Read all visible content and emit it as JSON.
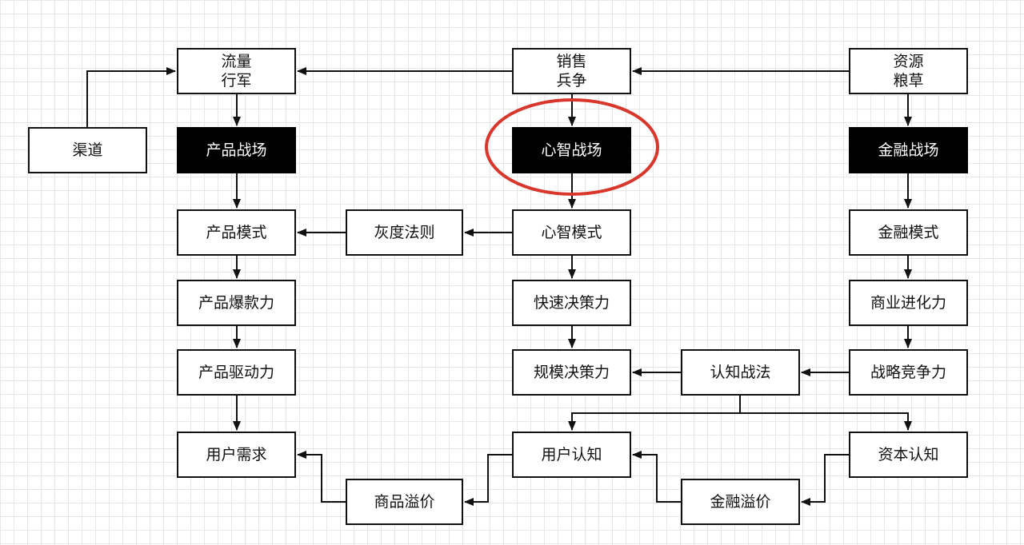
{
  "diagram": {
    "nodes": {
      "traffic": "流量\n行军",
      "sales": "销售\n兵争",
      "resources": "资源\n粮草",
      "channel": "渠道",
      "product_battlefield": "产品战场",
      "mind_battlefield": "心智战场",
      "finance_battlefield": "金融战场",
      "product_model": "产品模式",
      "gray_rule": "灰度法则",
      "mind_model": "心智模式",
      "finance_model": "金融模式",
      "product_hit": "产品爆款力",
      "fast_decision": "快速决策力",
      "business_evolution": "商业进化力",
      "product_drive": "产品驱动力",
      "scale_decision": "规模决策力",
      "cognitive_tactics": "认知战法",
      "strategic_competition": "战略竞争力",
      "user_demand": "用户需求",
      "user_cognition": "用户认知",
      "capital_cognition": "资本认知",
      "goods_premium": "商品溢价",
      "finance_premium": "金融溢价"
    },
    "dark_nodes": [
      "product_battlefield",
      "mind_battlefield",
      "finance_battlefield"
    ],
    "highlighted_node": "mind_battlefield",
    "colors": {
      "highlight": "#d9362c",
      "line": "#111111",
      "dark_fill": "#000000",
      "grid": "#e7e7e7"
    }
  }
}
